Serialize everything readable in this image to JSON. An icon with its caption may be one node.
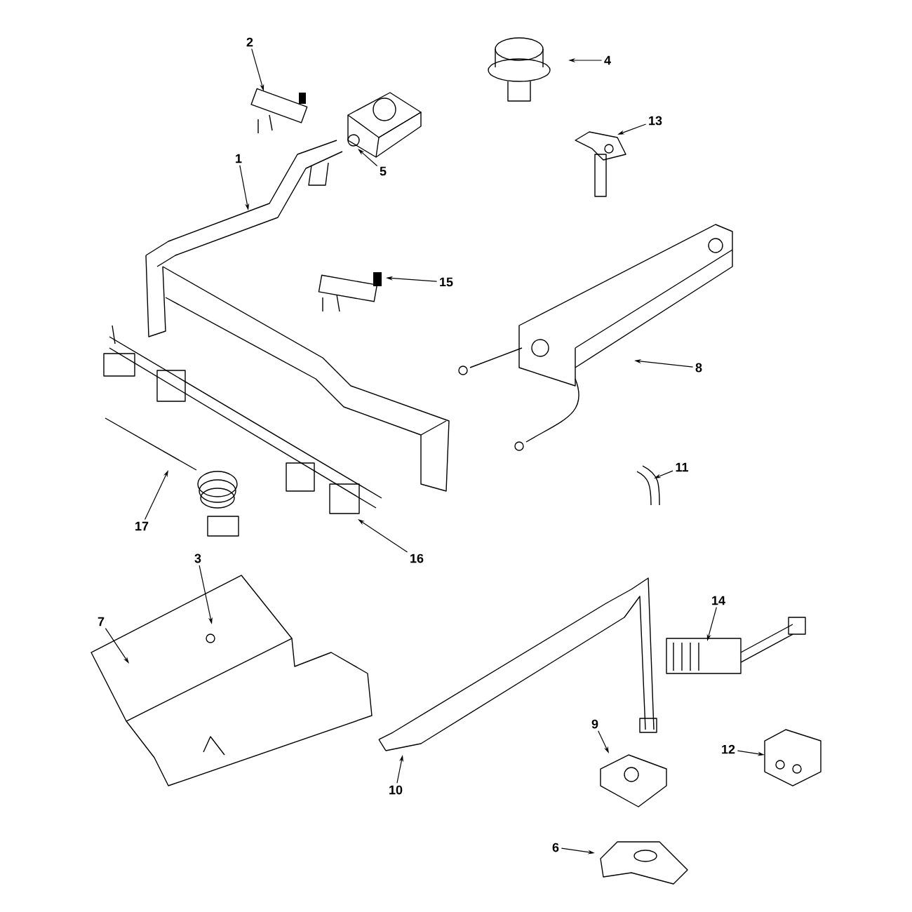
{
  "diagram": {
    "nodes": [
      {
        "text": [
          "2"
        ]
      },
      {
        "text": [
          "4"
        ]
      },
      {
        "text": [
          "13"
        ]
      },
      {
        "text": [
          "1"
        ]
      },
      {
        "text": [
          "5"
        ]
      },
      {
        "text": [
          "15"
        ]
      },
      {
        "text": [
          "8"
        ]
      },
      {
        "text": [
          "11"
        ]
      },
      {
        "text": [
          "17"
        ]
      },
      {
        "text": [
          "3"
        ]
      },
      {
        "text": [
          "16"
        ]
      },
      {
        "text": [
          "14"
        ]
      },
      {
        "text": [
          "7"
        ]
      },
      {
        "text": [
          "9"
        ]
      },
      {
        "text": [
          "12"
        ]
      },
      {
        "text": [
          "10"
        ]
      },
      {
        "text": [
          "6"
        ]
      }
    ],
    "edges": [
      {
        "from": 0,
        "to": null,
        "arrow": "to"
      },
      {
        "from": 1,
        "to": null,
        "arrow": "to"
      },
      {
        "from": 2,
        "to": null,
        "arrow": "to"
      },
      {
        "from": 3,
        "to": null,
        "arrow": "to"
      },
      {
        "from": 4,
        "to": null,
        "arrow": "to"
      },
      {
        "from": 5,
        "to": null,
        "arrow": "to"
      },
      {
        "from": 6,
        "to": null,
        "arrow": "to"
      },
      {
        "from": 7,
        "to": null,
        "arrow": "to"
      },
      {
        "from": 8,
        "to": null,
        "arrow": "to"
      },
      {
        "from": 9,
        "to": null,
        "arrow": "to"
      },
      {
        "from": 10,
        "to": null,
        "arrow": "to"
      },
      {
        "from": 11,
        "to": null,
        "arrow": "to"
      },
      {
        "from": 12,
        "to": null,
        "arrow": "to"
      },
      {
        "from": 13,
        "to": null,
        "arrow": "to"
      },
      {
        "from": 14,
        "to": null,
        "arrow": "to"
      },
      {
        "from": 15,
        "to": null,
        "arrow": "to"
      },
      {
        "from": 16,
        "to": null,
        "arrow": "to"
      }
    ]
  }
}
